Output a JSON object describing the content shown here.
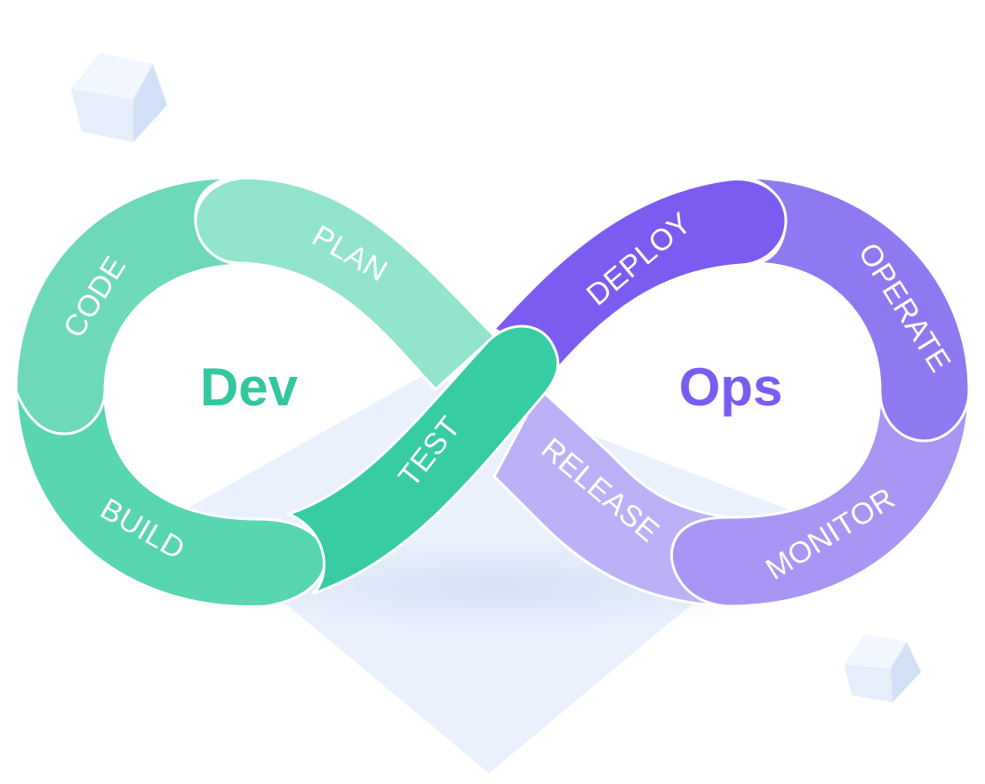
{
  "center_labels": {
    "dev": {
      "text": "Dev",
      "color": "#33c79f"
    },
    "ops": {
      "text": "Ops",
      "color": "#7b5cf0"
    }
  },
  "stages": [
    {
      "label": "PLAN",
      "color": "#93e4cd"
    },
    {
      "label": "CODE",
      "color": "#6dd9b9"
    },
    {
      "label": "BUILD",
      "color": "#58d5b1"
    },
    {
      "label": "TEST",
      "color": "#38cca4"
    },
    {
      "label": "DEPLOY",
      "color": "#7c5cf0"
    },
    {
      "label": "OPERATE",
      "color": "#8f79f1"
    },
    {
      "label": "MONITOR",
      "color": "#a895f4"
    },
    {
      "label": "RELEASE",
      "color": "#bcb1f6"
    }
  ],
  "colors": {
    "platform": "#eaf1fd",
    "cube_light": "#edf3ff",
    "cube_mid": "#dde8fb",
    "cube_dark": "#ccdbf6"
  }
}
